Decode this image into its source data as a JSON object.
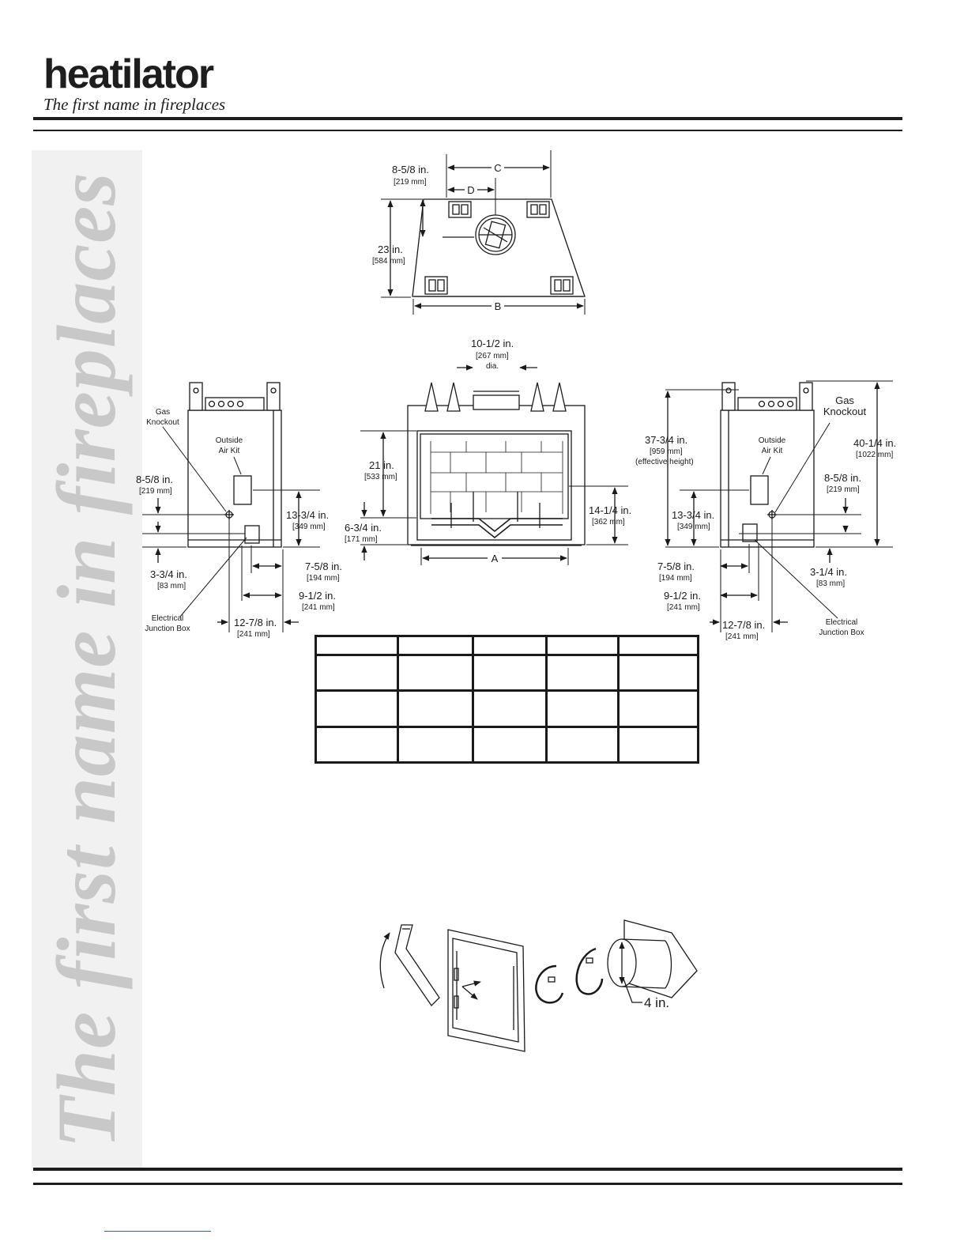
{
  "header": {
    "logo_word": "heatilator",
    "logo_tagline": "The first name in fireplaces"
  },
  "sidebar": {
    "watermark": "The first name in fireplaces"
  },
  "top_view": {
    "dim_side": "8-5/8 in.",
    "dim_side_mm": "[219 mm]",
    "label_c": "C",
    "label_d": "D",
    "dim_depth": "23 in.",
    "dim_depth_mm": "[584 mm]",
    "label_b": "B"
  },
  "front_view": {
    "dim_flue": "10-1/2 in.",
    "dim_flue_mm": "[267 mm]",
    "dim_flue_note": "dia.",
    "dim_opening": "21 in.",
    "dim_opening_mm": "[533 mm]",
    "dim_base": "6-3/4 in.",
    "dim_base_mm": "[171 mm]",
    "dim_hearth": "14-1/4 in.",
    "dim_hearth_mm": "[362 mm]",
    "label_a": "A"
  },
  "left_view": {
    "gas_knockout": [
      "Gas",
      "Knockout"
    ],
    "outside_air_kit": [
      "Outside",
      "Air Kit"
    ],
    "dim_gas": "8-5/8 in.",
    "dim_gas_mm": "[219 mm]",
    "dim_air": "13-3/4 in.",
    "dim_air_mm": "[349 mm]",
    "dim_junction": "3-3/4 in.",
    "dim_junction_mm": "[83 mm]",
    "dim_a": "7-5/8 in.",
    "dim_a_mm": "[194 mm]",
    "dim_b": "9-1/2 in.",
    "dim_b_mm": "[241 mm]",
    "dim_c": "12-7/8 in.",
    "dim_c_mm": "[241 mm]",
    "electrical_junction_box": [
      "Electrical",
      "Junction Box"
    ]
  },
  "right_view": {
    "dim_eff": "37-3/4 in.",
    "dim_eff_mm": "[959 mm]",
    "dim_eff_note": "(effective height)",
    "outside_air_kit": [
      "Outside",
      "Air Kit"
    ],
    "gas_knockout": [
      "Gas",
      "Knockout"
    ],
    "dim_total": "40-1/4 in.",
    "dim_total_mm": "[1022 mm]",
    "dim_gas": "8-5/8 in.",
    "dim_gas_mm": "[219 mm]",
    "dim_air": "13-3/4 in.",
    "dim_air_mm": "[349 mm]",
    "dim_junction": "3-1/4 in.",
    "dim_junction_mm": "[83 mm]",
    "dim_a": "7-5/8 in.",
    "dim_a_mm": "[194 mm]",
    "dim_b": "9-1/2 in.",
    "dim_b_mm": "[241 mm]",
    "dim_c": "12-7/8 in.",
    "dim_c_mm": "[241 mm]",
    "electrical_junction_box": [
      "Electrical",
      "Junction Box"
    ]
  },
  "dimension_table": {
    "rows": [
      [
        "",
        "",
        "",
        "",
        ""
      ],
      [
        "",
        "",
        "",
        "",
        ""
      ],
      [
        "",
        "",
        "",
        "",
        ""
      ],
      [
        "",
        "",
        "",
        "",
        ""
      ]
    ]
  },
  "air_kit_figure": {
    "duct_size": "4 in."
  },
  "colors": {
    "ink": "#1a1a1a",
    "watermark": "#c8c8c8",
    "sidebar_bg": "#f1f1f1"
  }
}
